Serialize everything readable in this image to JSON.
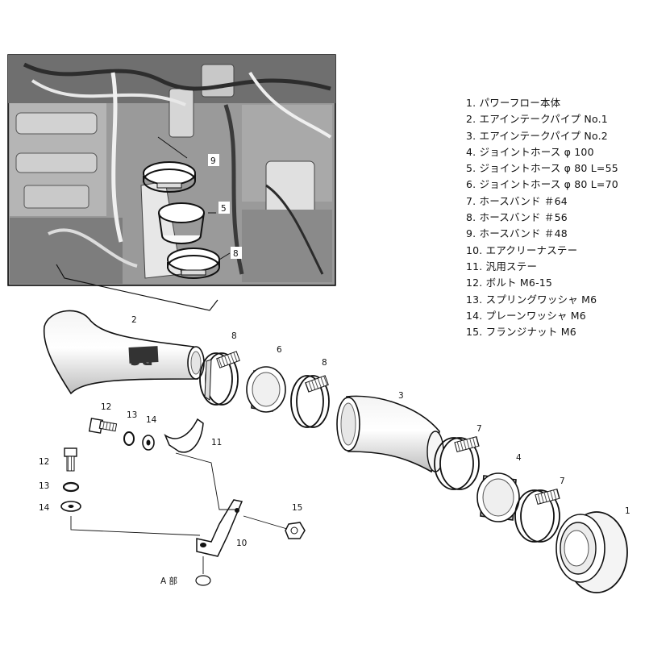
{
  "parts_list": [
    "1. パワーフロー本体",
    "2. エアインテークパイプ No.1",
    "3. エアインテークパイプ No.2",
    "4. ジョイントホース φ 100",
    "5. ジョイントホース φ 80 L=55",
    "6. ジョイントホース φ 80 L=70",
    "7. ホースバンド ＃64",
    "8. ホースバンド ＃56",
    "9. ホースバンド ＃48",
    "10. エアクリーナステー",
    "11. 汎用ステー",
    "12. ボルト M6-15",
    "13. スプリングワッシャ M6",
    "14. プレーンワッシャ M6",
    "15. フランジナット M6"
  ],
  "photo_callouts": {
    "c9": "9",
    "c5": "5",
    "c8": "8"
  },
  "diagram_callouts": {
    "pipe2": "2",
    "band8a": "8",
    "hose6": "6",
    "band8b": "8",
    "pipe3": "3",
    "band7a": "7",
    "hose4": "4",
    "band7b": "7",
    "filter1": "1",
    "bolt12a": "12",
    "washer13a": "13",
    "washer14a": "14",
    "stay11": "11",
    "bolt12b": "12",
    "washer13b": "13",
    "washer14b": "14",
    "nut15": "15",
    "stay10": "10",
    "detail_a": "A 部"
  },
  "pipe_logo": "RS"
}
